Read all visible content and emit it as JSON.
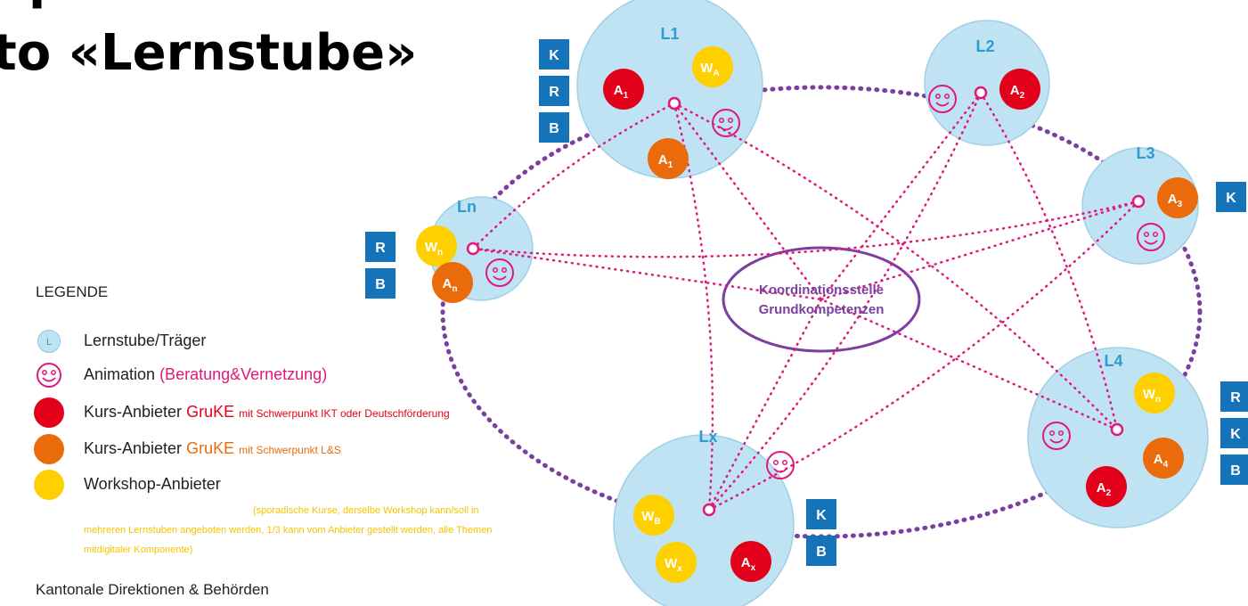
{
  "title": {
    "line1": "p",
    "line2": "to «Lernstube»"
  },
  "legend": {
    "heading": "LEGENDE",
    "symbol_letter": "L",
    "items": [
      {
        "label": "Lernstube/Träger"
      },
      {
        "label": "Animation",
        "accent": "(Beratung&Vernetzung)"
      },
      {
        "label": "Kurs-Anbieter",
        "accent": "GruKE",
        "note": "mit Schwerpunkt IKT oder Deutschförderung"
      },
      {
        "label": "Kurs-Anbieter",
        "accent": "GruKE",
        "note": "mit Schwerpunkt L&S"
      },
      {
        "label": "Workshop-Anbieter",
        "note": "(sporadische Kurse, derselbe Workshop kann/soll in mehreren Lernstuben angeboten werden, 1/3 kann vom Anbieter gestellt werden, alle Themen mitdigitaler Komponente)"
      }
    ]
  },
  "footer": "Kantonale Direktionen & Behörden",
  "center_node": {
    "line1": "Koordinationsstelle",
    "line2": "Grundkompetenzen"
  },
  "lernstuben": [
    {
      "id": "L1",
      "label": "L1",
      "tags": [
        "K",
        "R",
        "B"
      ],
      "members": [
        {
          "main": "A",
          "sub": "1",
          "color": "#e3001b"
        },
        {
          "main": "W",
          "sub": "A",
          "color": "#ffd000"
        },
        {
          "main": "A",
          "sub": "1",
          "color": "#ea6b0c"
        }
      ]
    },
    {
      "id": "L2",
      "label": "L2",
      "tags": [],
      "members": [
        {
          "main": "A",
          "sub": "2",
          "color": "#e3001b"
        }
      ]
    },
    {
      "id": "L3",
      "label": "L3",
      "tags": [
        "K"
      ],
      "members": [
        {
          "main": "A",
          "sub": "3",
          "color": "#ea6b0c"
        }
      ]
    },
    {
      "id": "Ln",
      "label": "Ln",
      "tags": [
        "R",
        "B"
      ],
      "members": [
        {
          "main": "W",
          "sub": "n",
          "color": "#ffd000"
        },
        {
          "main": "A",
          "sub": "n",
          "color": "#ea6b0c"
        }
      ]
    },
    {
      "id": "L4",
      "label": "L4",
      "tags": [
        "R",
        "K",
        "B"
      ],
      "members": [
        {
          "main": "W",
          "sub": "n",
          "color": "#ffd000"
        },
        {
          "main": "A",
          "sub": "4",
          "color": "#ea6b0c"
        },
        {
          "main": "A",
          "sub": "2",
          "color": "#e3001b"
        }
      ]
    },
    {
      "id": "Lx",
      "label": "Lx",
      "tags": [
        "K",
        "B"
      ],
      "members": [
        {
          "main": "W",
          "sub": "B",
          "color": "#ffd000"
        },
        {
          "main": "W",
          "sub": "x",
          "color": "#ffd000"
        },
        {
          "main": "A",
          "sub": "x",
          "color": "#e3001b"
        }
      ]
    }
  ],
  "colors": {
    "lernstube_fill": "#bfe3f3",
    "lernstube_label": "#2f9bd1",
    "tag_blue": "#1473b9",
    "network_purple": "#7b3fa2",
    "animation_pink": "#e0187a",
    "red": "#e3001b",
    "orange": "#ea6b0c",
    "yellow": "#ffd000"
  },
  "icons": {
    "animation": "smiley-icon",
    "hub": "hub-ring-icon"
  }
}
